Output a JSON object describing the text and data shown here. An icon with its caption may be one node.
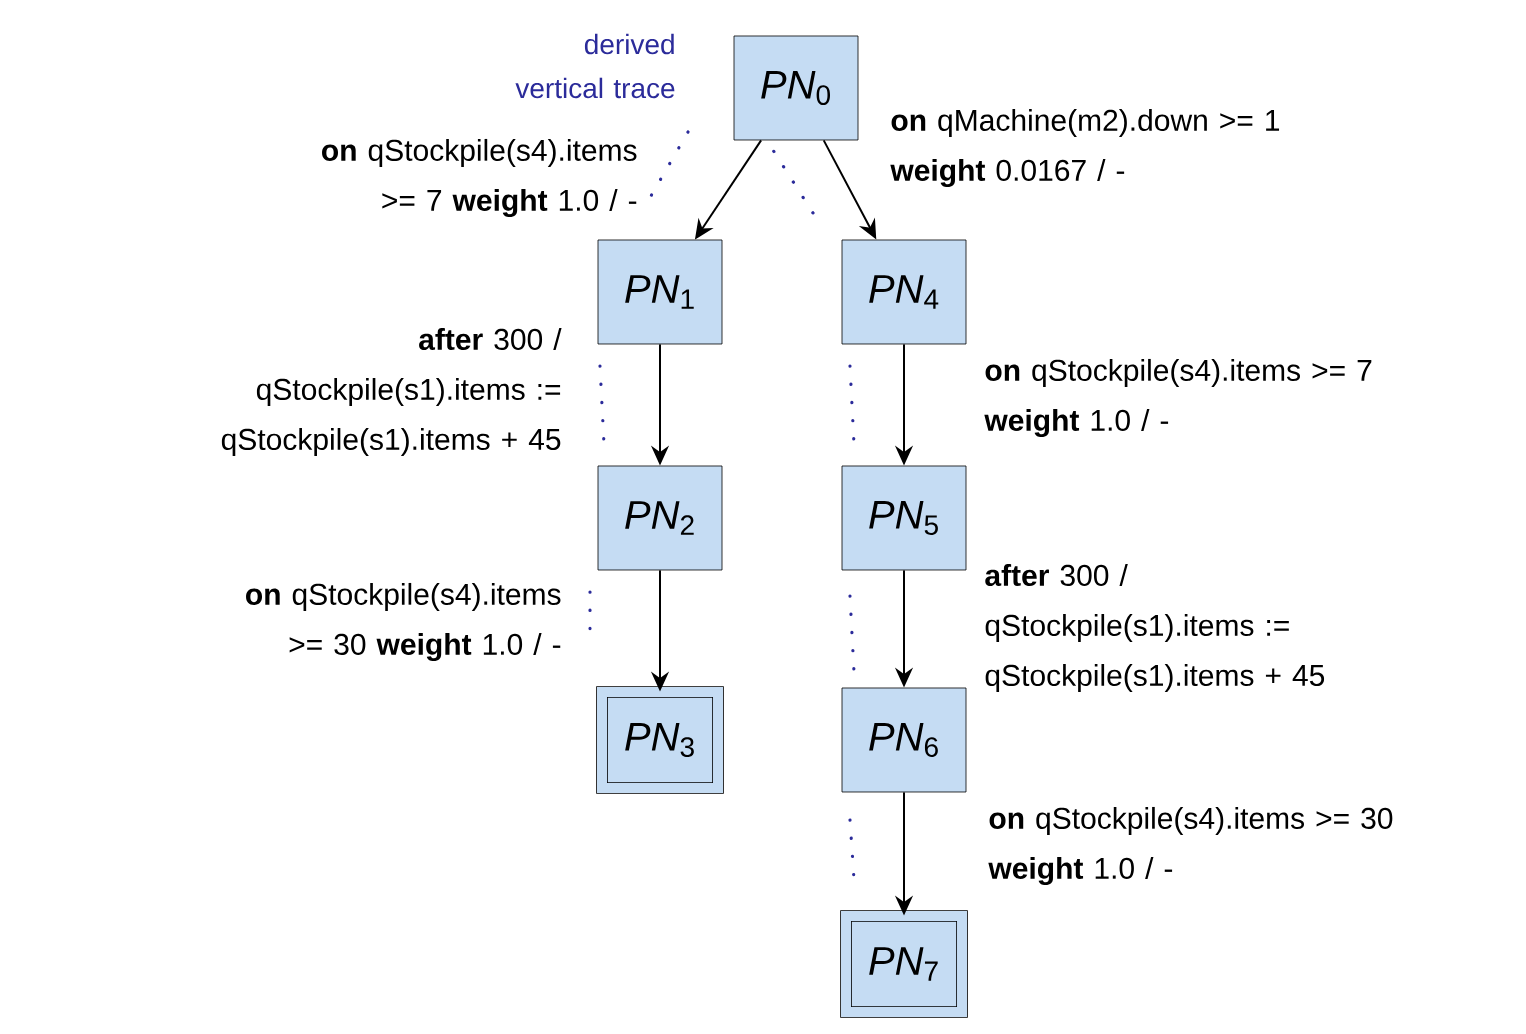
{
  "diagram": {
    "nodes": [
      {
        "text": [
          "*PN*$_{0}$"
        ]
      },
      {
        "text": [
          "*PN*$_{1}$"
        ]
      },
      {
        "text": [
          "*PN*$_{2}$"
        ]
      },
      {
        "text": [
          "*PN*$_{3}$"
        ]
      },
      {
        "text": [
          "*PN*$_{4}$"
        ]
      },
      {
        "text": [
          "*PN*$_{5}$"
        ]
      },
      {
        "text": [
          "*PN*$_{6}$"
        ]
      },
      {
        "text": [
          "*PN*$_{7}$"
        ]
      }
    ],
    "edges": [
      {
        "from": 0,
        "to": 1,
        "arrow": "to",
        "label": "**on** qStockpile(s4).items >= 7 **weight** 1.0 / -"
      },
      {
        "from": 0,
        "to": 4,
        "arrow": "to",
        "label": "**on** qMachine(m2).down >= 1 **weight** 0.0167 / -"
      },
      {
        "from": 1,
        "to": 2,
        "arrow": "to",
        "label": "**after** 300 / qStockpile(s1).items := qStockpile(s1).items + 45"
      },
      {
        "from": 4,
        "to": 5,
        "arrow": "to",
        "label": "**on** qStockpile(s4).items >= 7 **weight** 1.0 / -"
      },
      {
        "from": 2,
        "to": 3,
        "arrow": "to",
        "label": "**on** qStockpile(s4).items >= 30 **weight** 1.0 / -"
      },
      {
        "from": 5,
        "to": 6,
        "arrow": "to",
        "label": "**after** 300 / qStockpile(s1).items := qStockpile(s1).items + 45"
      },
      {
        "from": 6,
        "to": 7,
        "arrow": "to",
        "label": "**on** qStockpile(s4).items >= 30 **weight** 1.0 / -"
      }
    ],
    "labels": [
      "derived vertical trace"
    ]
  }
}
